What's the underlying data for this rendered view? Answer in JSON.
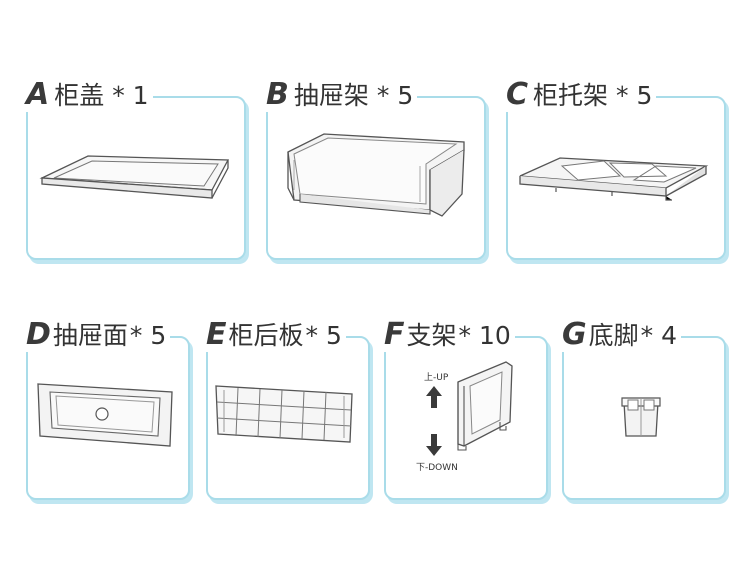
{
  "parts": [
    {
      "letter": "A",
      "name": "柜盖",
      "qty": "* 1"
    },
    {
      "letter": "B",
      "name": "抽屉架",
      "qty": "* 5"
    },
    {
      "letter": "C",
      "name": "柜托架",
      "qty": "* 5"
    },
    {
      "letter": "D",
      "name": "抽屉面",
      "qty": "* 5"
    },
    {
      "letter": "E",
      "name": "柜后板",
      "qty": "* 5"
    },
    {
      "letter": "F",
      "name": "支架",
      "qty": "* 10"
    },
    {
      "letter": "G",
      "name": "底脚",
      "qty": "* 4"
    }
  ],
  "bracket_labels": {
    "up": "上-UP",
    "down": "下-DOWN"
  },
  "colors": {
    "card_border": "#a9dce9",
    "card_shadow": "#bfe6f1",
    "line": "#555555"
  }
}
